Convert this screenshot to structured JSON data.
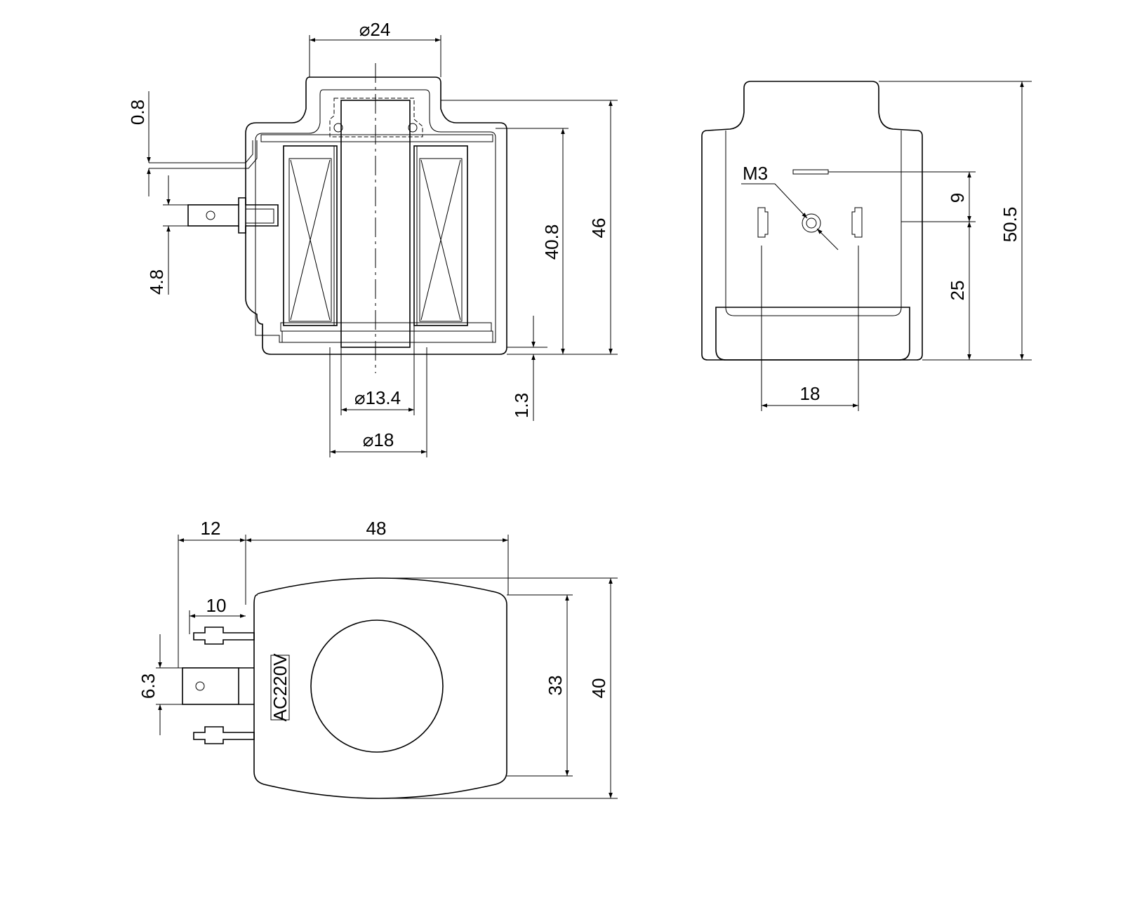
{
  "dimensions": {
    "bore_dia_24": "⌀24",
    "tab_thickness": "0.8",
    "terminal_width": "4.8",
    "height_40_8": "40.8",
    "height_46": "46",
    "bore_dia_13_4": "⌀13.4",
    "bottom_thickness": "1.3",
    "bore_dia_18": "⌀18",
    "thread_size": "M3",
    "pin_offset": "9",
    "pin_height": "25",
    "total_height": "50.5",
    "pin_spacing": "18",
    "terminal_length": "12",
    "body_width": "48",
    "tab_length": "10",
    "terminal_width_6_3": "6.3",
    "face_height": "33",
    "body_height": "40"
  },
  "labels": {
    "voltage_marking": "AC220V"
  }
}
